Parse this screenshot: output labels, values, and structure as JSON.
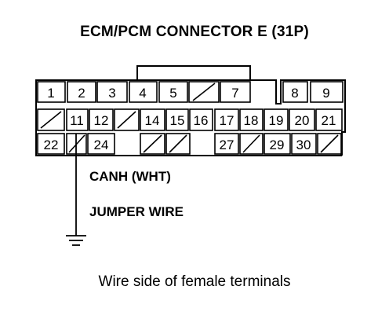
{
  "title": "ECM/PCM CONNECTOR E (31P)",
  "caption": "Wire side of female terminals",
  "wire_label": "CANH (WHT)",
  "jumper_label": "JUMPER WIRE",
  "connector": {
    "rows": [
      [
        "1",
        "2",
        "3",
        "4",
        "5",
        "",
        "7",
        "",
        "8",
        "9"
      ],
      [
        "",
        "11",
        "12",
        "",
        "14",
        "15",
        "16",
        "17",
        "18",
        "19",
        "20",
        "21"
      ],
      [
        "22",
        "",
        "24",
        "",
        "",
        "27",
        "",
        "29",
        "30",
        ""
      ]
    ]
  }
}
